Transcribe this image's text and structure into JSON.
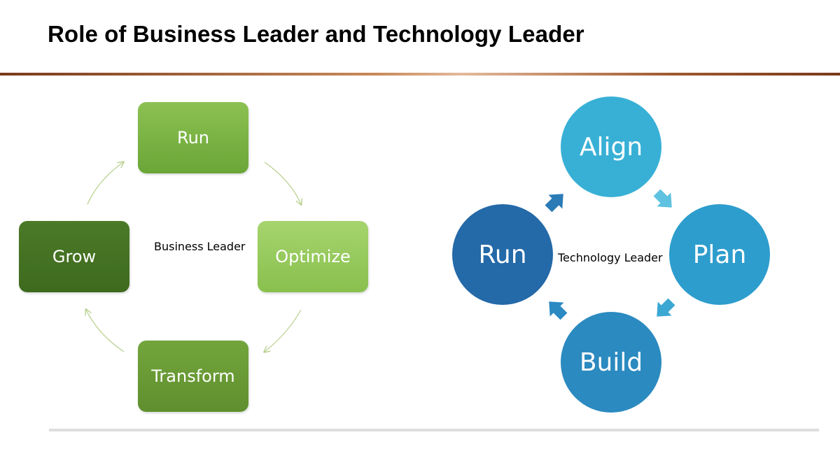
{
  "title": "Role of Business Leader and Technology Leader",
  "business_cycle": {
    "center_label": "Business Leader",
    "steps": {
      "run": "Run",
      "optimize": "Optimize",
      "transform": "Transform",
      "grow": "Grow"
    }
  },
  "technology_cycle": {
    "center_label": "Technology Leader",
    "steps": {
      "align": "Align",
      "plan": "Plan",
      "build": "Build",
      "run": "Run"
    }
  }
}
